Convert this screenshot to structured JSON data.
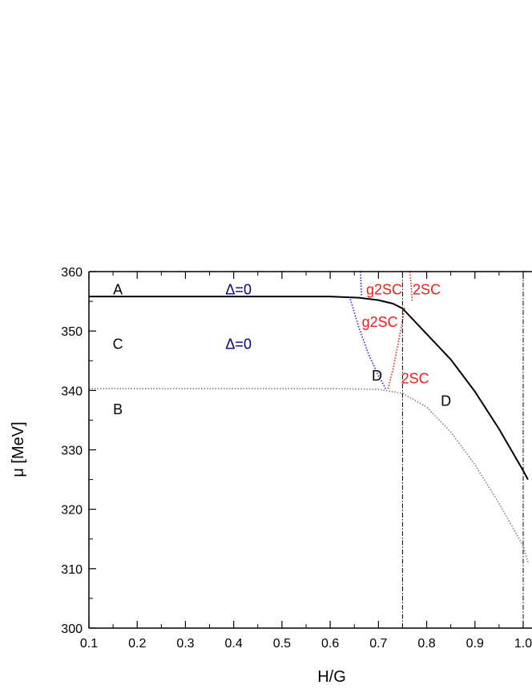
{
  "chart_data": {
    "type": "line",
    "xlabel": "H/G",
    "ylabel": "μ [MeV]",
    "xlim": [
      0.1,
      1.0
    ],
    "ylim": [
      300,
      360
    ],
    "xticks": [
      0.1,
      0.2,
      0.3,
      0.4,
      0.5,
      0.6,
      0.7,
      0.8,
      0.9,
      1.0
    ],
    "xtick_labels": [
      "0.1",
      "0.2",
      "0.3",
      "0.4",
      "0.5",
      "0.6",
      "0.7",
      "0.8",
      "0.9",
      "1.0"
    ],
    "yticks": [
      300,
      310,
      320,
      330,
      340,
      350,
      360
    ],
    "ytick_labels": [
      "300",
      "310",
      "320",
      "330",
      "340",
      "350",
      "360"
    ],
    "grid": false,
    "colors": {
      "solid": "#000000",
      "gray": "#808080",
      "blue": "#1e1ee6",
      "red": "#ee1c1c",
      "label_blue": "#00008b",
      "label_red": "#ee1c1c",
      "label_black": "#000000"
    },
    "series": [
      {
        "style": "solid",
        "color": "solid",
        "x": [
          0.1,
          0.6,
          0.66,
          0.7,
          0.73,
          0.75,
          0.8,
          0.85,
          0.9,
          0.95,
          1.0,
          1.01
        ],
        "y": [
          355.8,
          355.8,
          355.6,
          355.2,
          354.6,
          353.8,
          349.5,
          345.2,
          339.8,
          333.5,
          326.5,
          325
        ]
      },
      {
        "style": "dotted",
        "color": "gray",
        "x": [
          0.1,
          0.5,
          0.6,
          0.7,
          0.75,
          0.8,
          0.85,
          0.9,
          0.95,
          1.0,
          1.01
        ],
        "y": [
          340.3,
          340.3,
          340.3,
          340.2,
          339.5,
          337.2,
          333.0,
          327.5,
          321.0,
          313.8,
          311
        ]
      },
      {
        "style": "dotted",
        "color": "blue",
        "x": [
          0.663,
          0.664,
          0.665
        ],
        "y": [
          360,
          357.5,
          355.8
        ]
      },
      {
        "style": "dotted",
        "color": "blue",
        "x": [
          0.64,
          0.66,
          0.68,
          0.7,
          0.715
        ],
        "y": [
          355.8,
          350.5,
          346.0,
          342.5,
          340.3
        ]
      },
      {
        "style": "dotted",
        "color": "red",
        "x": [
          0.765,
          0.768,
          0.77
        ],
        "y": [
          360,
          357.5,
          355.0
        ]
      },
      {
        "style": "dotted",
        "color": "red",
        "x": [
          0.72,
          0.73,
          0.74,
          0.75,
          0.755
        ],
        "y": [
          340.3,
          343.5,
          347.5,
          351.8,
          354.2
        ]
      },
      {
        "style": "dashdot",
        "color": "solid",
        "x": [
          0.75,
          0.75
        ],
        "y": [
          300,
          360
        ]
      },
      {
        "style": "dashdot",
        "color": "solid",
        "x": [
          1.0,
          1.0
        ],
        "y": [
          300,
          360
        ]
      }
    ],
    "annotations": [
      {
        "text": "A",
        "x": 0.16,
        "y": 357.0,
        "color": "label_black"
      },
      {
        "text": "Δ=0",
        "x": 0.41,
        "y": 357.0,
        "color": "label_blue"
      },
      {
        "text": "g2SC",
        "x": 0.712,
        "y": 357.0,
        "color": "label_red"
      },
      {
        "text": "2SC",
        "x": 0.8,
        "y": 357.0,
        "color": "label_red"
      },
      {
        "text": "g2SC",
        "x": 0.703,
        "y": 351.5,
        "color": "label_red"
      },
      {
        "text": "C",
        "x": 0.16,
        "y": 347.8,
        "color": "label_black"
      },
      {
        "text": "Δ=0",
        "x": 0.41,
        "y": 347.8,
        "color": "label_blue"
      },
      {
        "text": "D",
        "x": 0.697,
        "y": 342.5,
        "color": "label_black"
      },
      {
        "text": "2SC",
        "x": 0.776,
        "y": 342.0,
        "color": "label_red"
      },
      {
        "text": "B",
        "x": 0.16,
        "y": 336.8,
        "color": "label_black"
      },
      {
        "text": "D",
        "x": 0.84,
        "y": 338.2,
        "color": "label_black"
      }
    ]
  }
}
